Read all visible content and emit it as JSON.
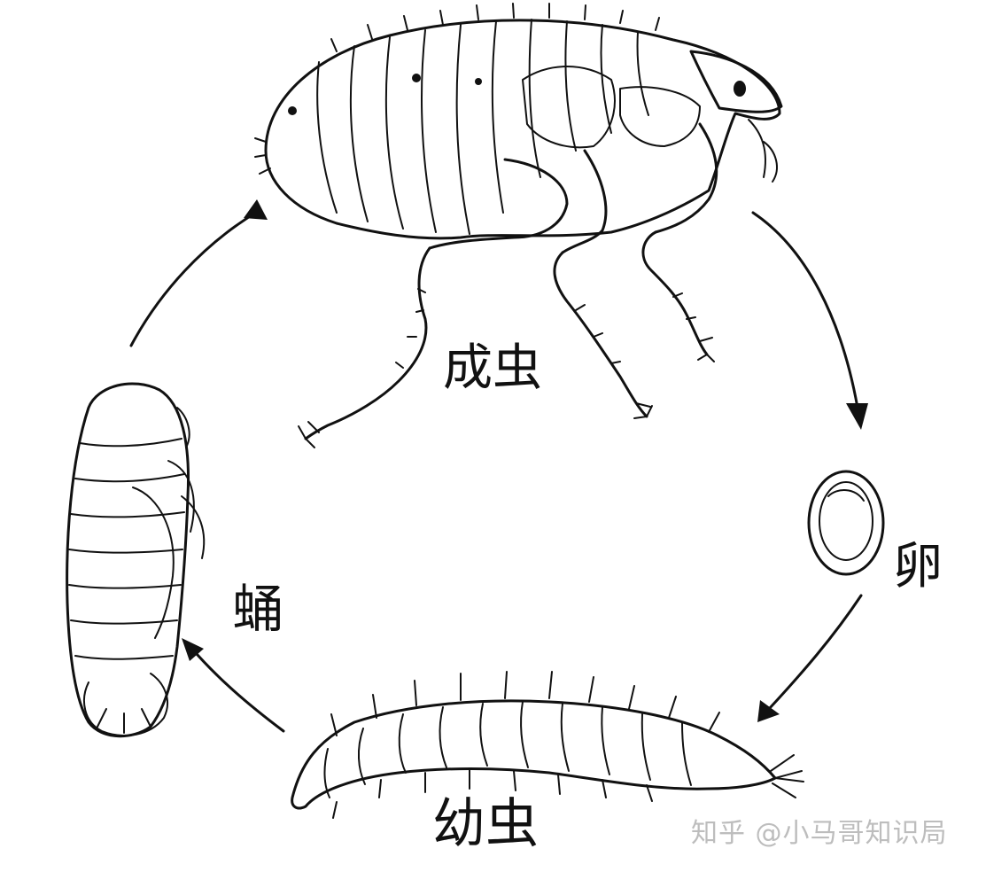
{
  "diagram": {
    "stages": {
      "adult": {
        "label": "成虫"
      },
      "egg": {
        "label": "卵"
      },
      "larva": {
        "label": "幼虫"
      },
      "pupa": {
        "label": "蛹"
      }
    },
    "watermark": "知乎 @小马哥知识局",
    "colors": {
      "ink": "#111111",
      "background": "#ffffff",
      "watermark": "#bdbdbd"
    }
  }
}
